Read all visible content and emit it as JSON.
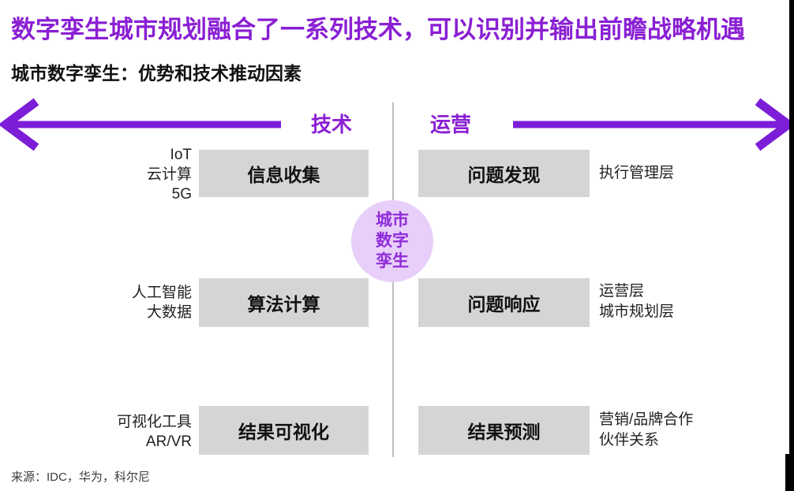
{
  "title": "数字孪生城市规划融合了一系列技术，可以识别并输出前瞻战略机遇",
  "subtitle": "城市数字孪生：优势和技术推动因素",
  "axis": {
    "left_label": "技术",
    "right_label": "运营"
  },
  "center_circle": {
    "lines": [
      "城市",
      "数字",
      "孪生"
    ]
  },
  "left_column": {
    "rows": [
      {
        "drivers": [
          "IoT",
          "云计算",
          "5G"
        ],
        "box": "信息收集"
      },
      {
        "drivers": [
          "人工智能",
          "大数据"
        ],
        "box": "算法计算"
      },
      {
        "drivers": [
          "可视化工具",
          "AR/VR"
        ],
        "box": "结果可视化"
      }
    ]
  },
  "right_column": {
    "rows": [
      {
        "box": "问题发现",
        "beneficiaries": [
          "执行管理层"
        ]
      },
      {
        "box": "问题响应",
        "beneficiaries": [
          "运营层",
          "城市规划层"
        ]
      },
      {
        "box": "结果预测",
        "beneficiaries": [
          "营销/品牌合作",
          "伙伴关系"
        ]
      }
    ]
  },
  "source": "来源：IDC，华为，科尔尼",
  "colors": {
    "accent_purple": "#8A1FD3",
    "arrow_purple": "#7C1ED8",
    "circle_fill": "#E8CFF9",
    "circle_text": "#8F2BD9",
    "box_gray": "#D5D5D5",
    "divider_gray": "#BEBEBE"
  }
}
